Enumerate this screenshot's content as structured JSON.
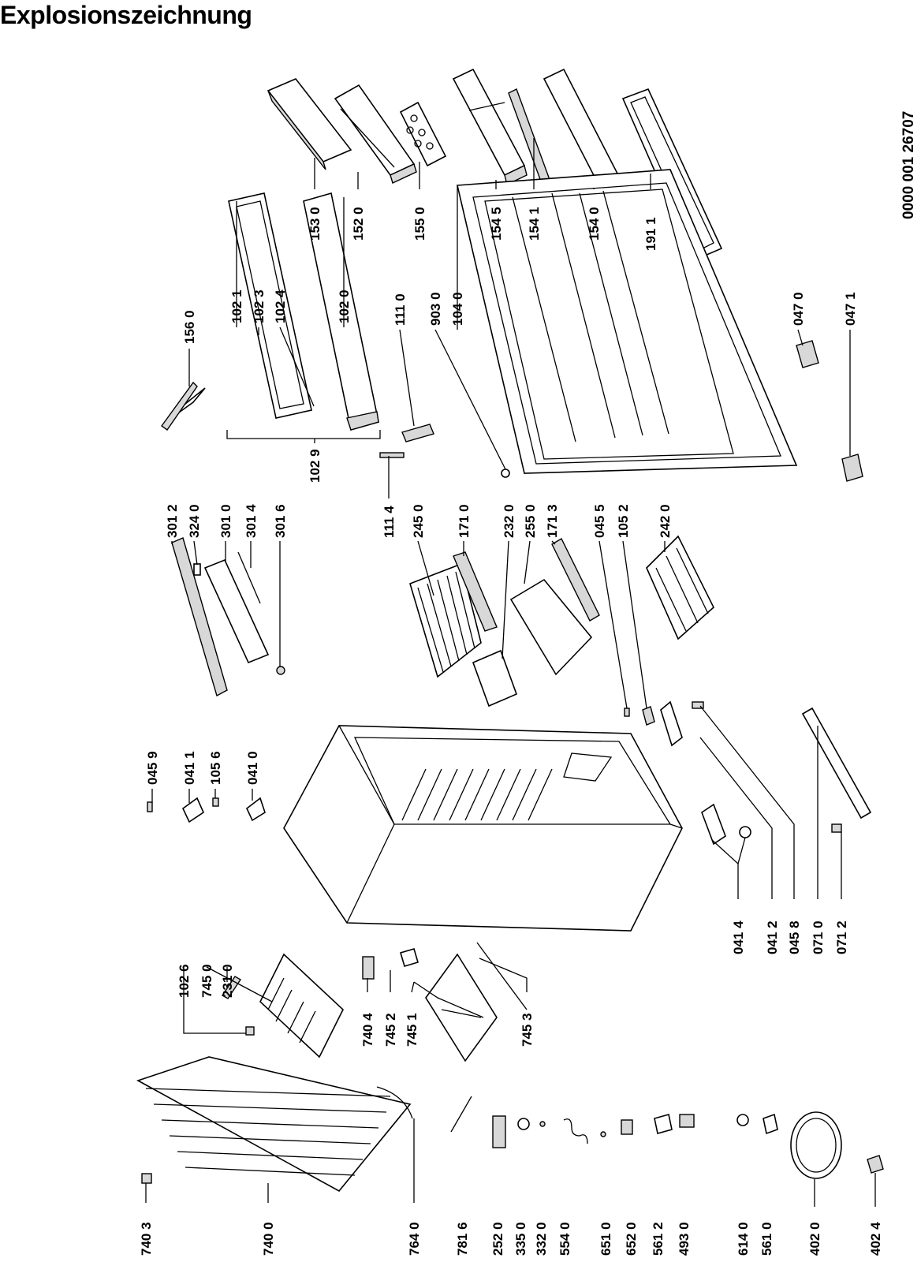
{
  "title": "Explosionszeichnung",
  "document_number": "0000 001 26707",
  "labels": {
    "l1530": "153 0",
    "l1520": "152 0",
    "l1550": "155 0",
    "l1545": "154 5",
    "l1541": "154 1",
    "l1540": "154 0",
    "l1911": "191 1",
    "l1560": "156 0",
    "l1021": "102 1",
    "l1023": "102 3",
    "l1024": "102 4",
    "l1020": "102 0",
    "l1110": "111 0",
    "l9030": "903 0",
    "l1040": "104 0",
    "l0470": "047 0",
    "l0471": "047 1",
    "l1029": "102 9",
    "l1114": "111 4",
    "l3012": "301 2",
    "l3240": "324 0",
    "l3010": "301 0",
    "l3014": "301 4",
    "l3016": "301 6",
    "l2450": "245 0",
    "l1710": "171 0",
    "l2320": "232 0",
    "l2550": "255 0",
    "l1713": "171 3",
    "l0455": "045 5",
    "l1052": "105 2",
    "l2420": "242 0",
    "l0459": "045 9",
    "l0411": "041 1",
    "l1056": "105 6",
    "l0410": "041 0",
    "l1026": "102 6",
    "l7450": "745 0",
    "l2310": "231 0",
    "l7404": "740 4",
    "l7452": "745 2",
    "l7451": "745 1",
    "l7453": "745 3",
    "l0414": "041 4",
    "l0412": "041 2",
    "l0458": "045 8",
    "l0710": "071 0",
    "l0712": "071 2",
    "l7403": "740 3",
    "l7400": "740 0",
    "l7640": "764 0",
    "l7816": "781 6",
    "l2520": "252 0",
    "l3350": "335 0",
    "l3320": "332 0",
    "l5540": "554 0",
    "l6510": "651 0",
    "l6520": "652 0",
    "l5612": "561 2",
    "l4930": "493 0",
    "l6140": "614 0",
    "l5610": "561 0",
    "l4020": "402 0",
    "l4024": "402 4"
  }
}
